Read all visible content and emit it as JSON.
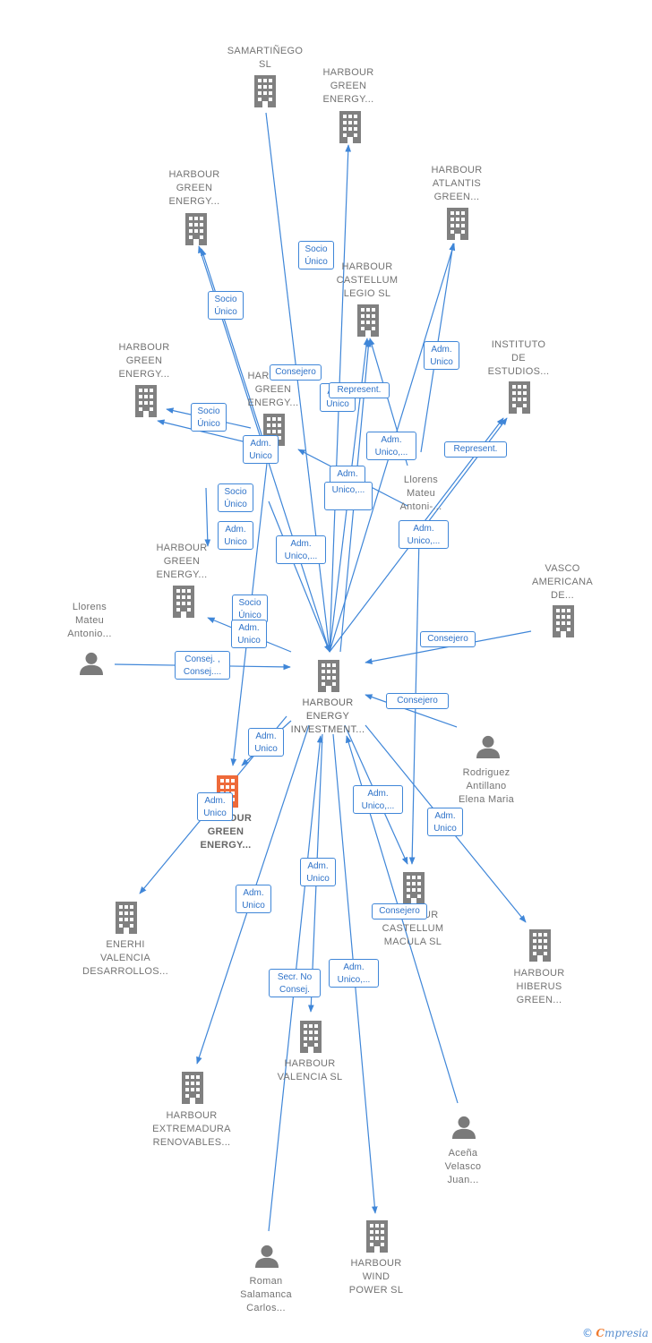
{
  "nodes": [
    {
      "id": "n_samart",
      "kind": "company",
      "label": "SAMARTIÑEGO\nSL"
    },
    {
      "id": "n_hge_top",
      "kind": "company",
      "label": "HARBOUR\nGREEN\nENERGY..."
    },
    {
      "id": "n_hge_left1",
      "kind": "company",
      "label": "HARBOUR\nGREEN\nENERGY..."
    },
    {
      "id": "n_atlantis",
      "kind": "company",
      "label": "HARBOUR\nATLANTIS\nGREEN..."
    },
    {
      "id": "n_castlegio",
      "kind": "company",
      "label": "HARBOUR\nCASTELLUM\nLEGIO  SL"
    },
    {
      "id": "n_instituto",
      "kind": "company",
      "label": "INSTITUTO\nDE\nESTUDIOS..."
    },
    {
      "id": "n_hge_left2",
      "kind": "company",
      "label": "HARBOUR\nGREEN\nENERGY..."
    },
    {
      "id": "n_hge_mid",
      "kind": "company",
      "label": "HARBOUR\nGREEN\nENERGY..."
    },
    {
      "id": "n_llorens_r",
      "kind": "person",
      "label": "Llorens\nMateu\nAntoni-..."
    },
    {
      "id": "n_hge_left3",
      "kind": "company",
      "label": "HARBOUR\nGREEN\nENERGY..."
    },
    {
      "id": "n_vasco",
      "kind": "company",
      "label": "VASCO\nAMERICANA\nDE..."
    },
    {
      "id": "n_llorens_l",
      "kind": "person",
      "label": "Llorens\nMateu\nAntonio..."
    },
    {
      "id": "n_center",
      "kind": "company",
      "label": "HARBOUR\nENERGY\nINVESTMENT..."
    },
    {
      "id": "n_rodriguez",
      "kind": "person",
      "label": "Rodriguez\nAntillano\nElena Maria"
    },
    {
      "id": "n_focus",
      "kind": "company-focus",
      "label": "HARBOUR\nGREEN\nENERGY..."
    },
    {
      "id": "n_enerhi",
      "kind": "company",
      "label": "ENERHI\nVALENCIA\nDESARROLLOS..."
    },
    {
      "id": "n_castmacula",
      "kind": "company",
      "label": "HARBOUR\nCASTELLUM\nMACULA  SL"
    },
    {
      "id": "n_hiberus",
      "kind": "company",
      "label": "HARBOUR\nHIBERUS\nGREEN..."
    },
    {
      "id": "n_valencia",
      "kind": "company",
      "label": "HARBOUR\nVALENCIA  SL"
    },
    {
      "id": "n_extremadura",
      "kind": "company",
      "label": "HARBOUR\nEXTREMADURA\nRENOVABLES..."
    },
    {
      "id": "n_acena",
      "kind": "person",
      "label": "Aceña\nVelasco\nJuan..."
    },
    {
      "id": "n_windpower",
      "kind": "company",
      "label": "HARBOUR\nWIND\nPOWER  SL"
    },
    {
      "id": "n_roman",
      "kind": "person",
      "label": "Roman\nSalamanca\nCarlos..."
    }
  ],
  "relations": [
    {
      "id": "r1",
      "label": "Socio\nÚnico"
    },
    {
      "id": "r2",
      "label": "Socio\nÚnico"
    },
    {
      "id": "r3",
      "label": "Consejero"
    },
    {
      "id": "r4",
      "label": "Adm.\nUnico"
    },
    {
      "id": "r5",
      "label": "Represent."
    },
    {
      "id": "r6",
      "label": "Adm.\nUnico"
    },
    {
      "id": "r7",
      "label": "Socio\nÚnico"
    },
    {
      "id": "r8",
      "label": "Adm.\nUnico"
    },
    {
      "id": "r9",
      "label": "Adm.\nUnico,..."
    },
    {
      "id": "r10",
      "label": "Represent."
    },
    {
      "id": "r11",
      "label": "Adm.\nUnico"
    },
    {
      "id": "r12",
      "label": "Unico,..."
    },
    {
      "id": "r13",
      "label": "Socio\nÚnico"
    },
    {
      "id": "r14",
      "label": "Adm.\nUnico"
    },
    {
      "id": "r15",
      "label": "Adm.\nUnico,..."
    },
    {
      "id": "r16",
      "label": "Adm.\nUnico,..."
    },
    {
      "id": "r17",
      "label": "Socio\nÚnico"
    },
    {
      "id": "r18",
      "label": "Adm.\nUnico"
    },
    {
      "id": "r19",
      "label": "Consej. ,\nConsej...."
    },
    {
      "id": "r20",
      "label": "Consejero"
    },
    {
      "id": "r21",
      "label": "Consejero"
    },
    {
      "id": "r22",
      "label": "Adm.\nUnico"
    },
    {
      "id": "r23",
      "label": "Adm.\nUnico"
    },
    {
      "id": "r24",
      "label": "Adm.\nUnico,..."
    },
    {
      "id": "r25",
      "label": "Adm.\nUnico"
    },
    {
      "id": "r26",
      "label": "Adm.\nUnico"
    },
    {
      "id": "r27",
      "label": "Adm.\nUnico"
    },
    {
      "id": "r28",
      "label": "Consejero"
    },
    {
      "id": "r29",
      "label": "Secr.  No\nConsej."
    },
    {
      "id": "r30",
      "label": "Adm.\nUnico,..."
    }
  ],
  "footer": {
    "copyright": "©",
    "brand_first": "C",
    "brand_rest": "mpresia"
  },
  "colors": {
    "edge": "#3f86d8",
    "company_icon": "#808080",
    "focus_icon": "#ee6a3a",
    "person_icon": "#7a7a7a"
  }
}
